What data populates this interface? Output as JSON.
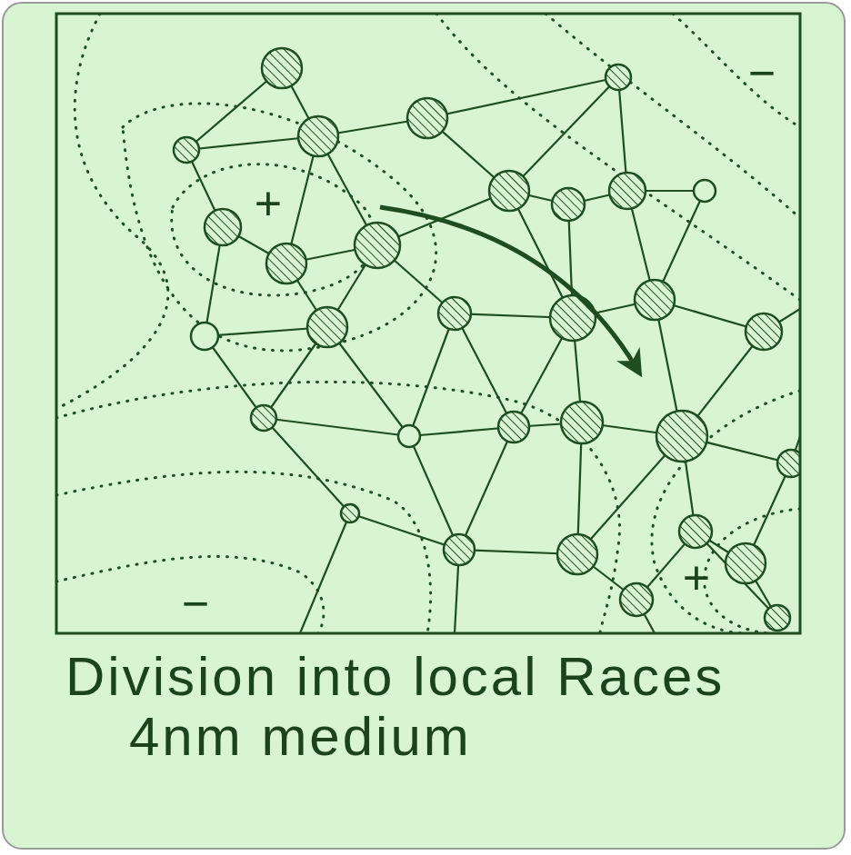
{
  "diagram": {
    "caption": "Division into local Races 4nm medium",
    "labels": [
      "−",
      "+",
      "+",
      "−"
    ]
  }
}
